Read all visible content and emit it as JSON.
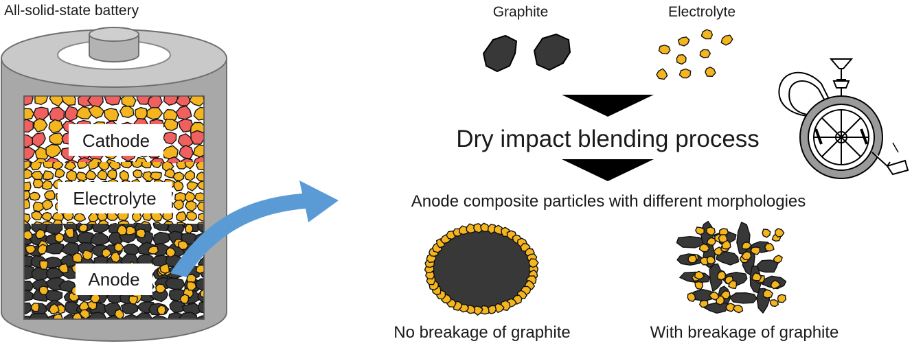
{
  "battery": {
    "title": "All-solid-state battery",
    "cathode_label": "Cathode",
    "electrolyte_label": "Electrolyte",
    "anode_label": "Anode"
  },
  "materials": {
    "graphite_label": "Graphite",
    "electrolyte_label": "Electrolyte"
  },
  "process": {
    "label": "Dry impact blending process"
  },
  "result": {
    "heading": "Anode composite particles with different morphologies",
    "no_breakage_label": "No breakage of graphite",
    "with_breakage_label": "With breakage of graphite"
  },
  "colors": {
    "cathode": "#f0605e",
    "electrolyte": "#f5b51e",
    "graphite": "#383838",
    "casing": "#a8a8a8",
    "casing_dark": "#8c8c8c",
    "arrow": "#5b9bd5"
  }
}
